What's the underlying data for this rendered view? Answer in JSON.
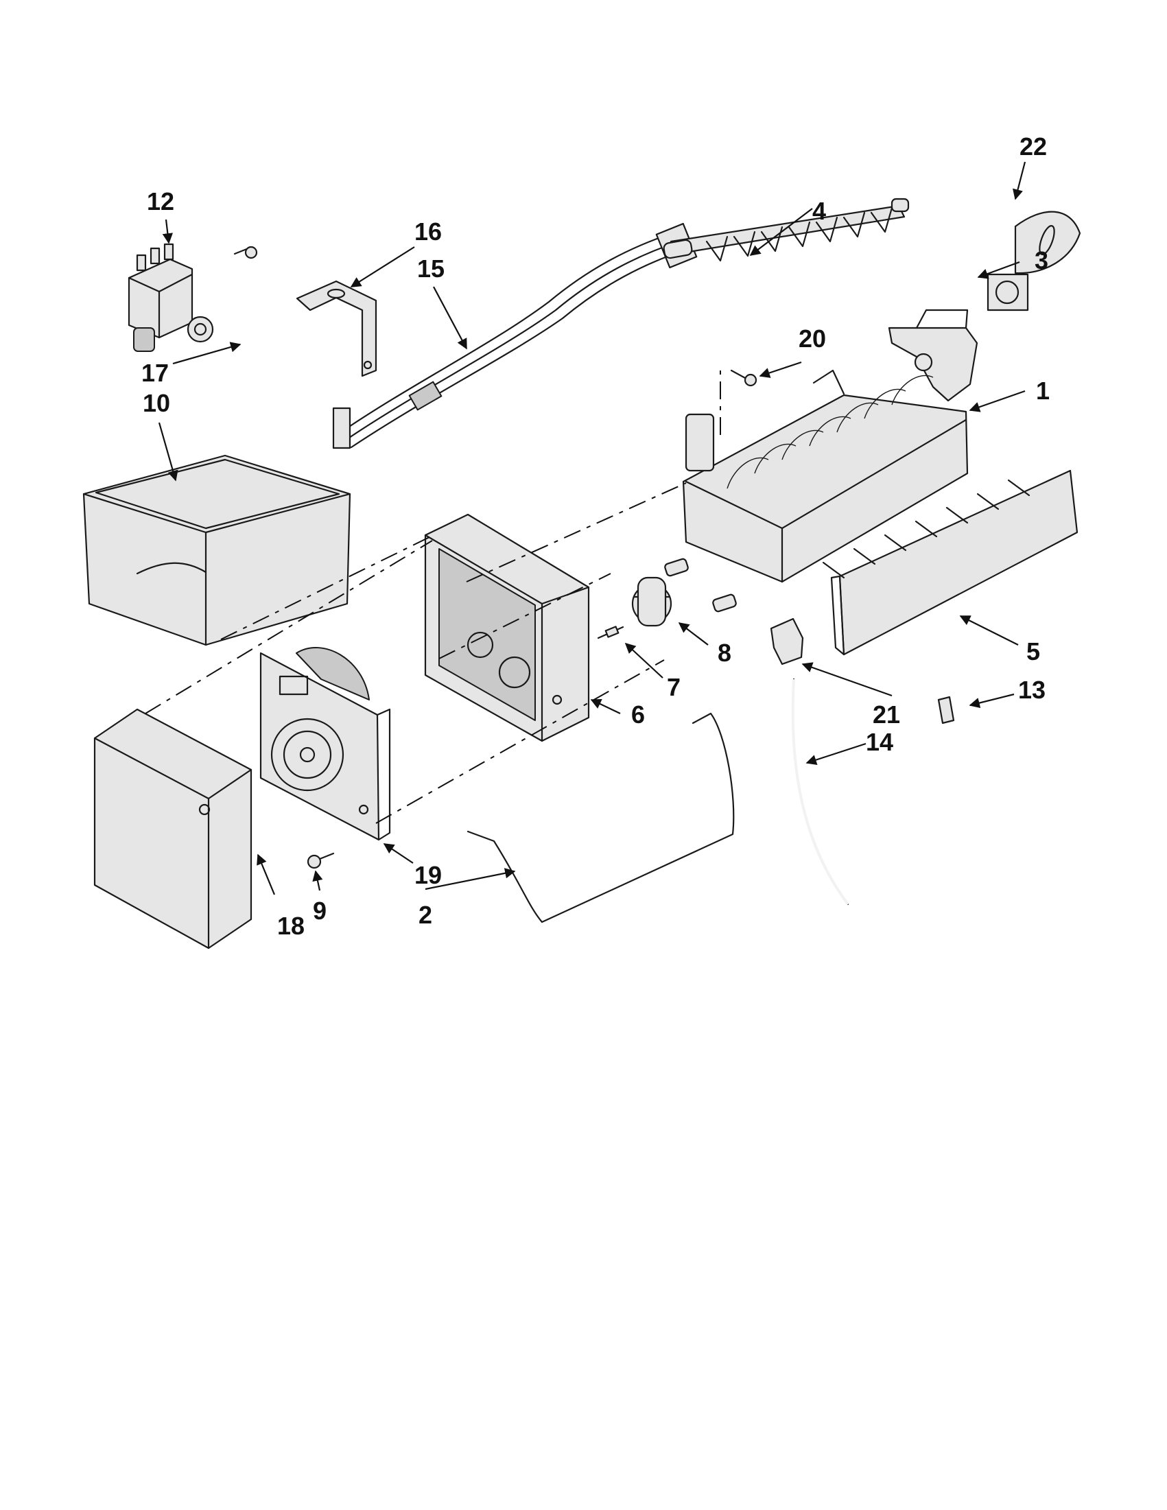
{
  "diagram": {
    "callouts": [
      {
        "id": "c1",
        "label": "1"
      },
      {
        "id": "c2",
        "label": "2"
      },
      {
        "id": "c3",
        "label": "3"
      },
      {
        "id": "c4",
        "label": "4"
      },
      {
        "id": "c5",
        "label": "5"
      },
      {
        "id": "c6",
        "label": "6"
      },
      {
        "id": "c7",
        "label": "7"
      },
      {
        "id": "c8",
        "label": "8"
      },
      {
        "id": "c9",
        "label": "9"
      },
      {
        "id": "c10",
        "label": "10"
      },
      {
        "id": "c12",
        "label": "12"
      },
      {
        "id": "c13",
        "label": "13"
      },
      {
        "id": "c14",
        "label": "14"
      },
      {
        "id": "c15",
        "label": "15"
      },
      {
        "id": "c16",
        "label": "16"
      },
      {
        "id": "c17",
        "label": "17"
      },
      {
        "id": "c18",
        "label": "18"
      },
      {
        "id": "c19",
        "label": "19"
      },
      {
        "id": "c20",
        "label": "20"
      },
      {
        "id": "c21",
        "label": "21"
      },
      {
        "id": "c22",
        "label": "22"
      }
    ]
  }
}
